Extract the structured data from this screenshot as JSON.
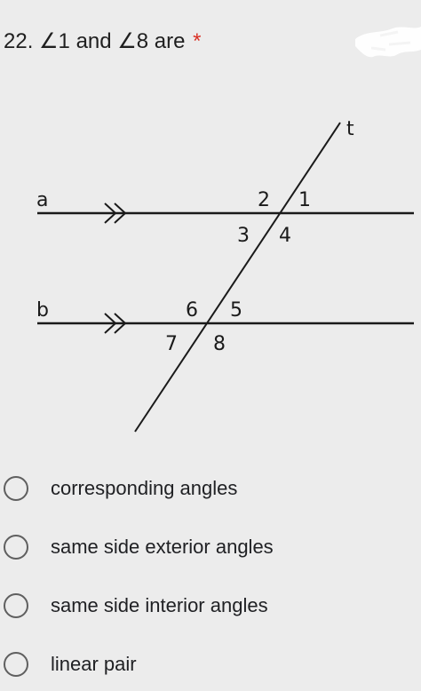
{
  "question": {
    "text": "22. ∠1 and ∠8 are",
    "required_marker": "*"
  },
  "figure": {
    "labels": {
      "transversal": "t",
      "line_a": "a",
      "line_b": "b",
      "angle_1": "1",
      "angle_2": "2",
      "angle_3": "3",
      "angle_4": "4",
      "angle_5": "5",
      "angle_6": "6",
      "angle_7": "7",
      "angle_8": "8"
    }
  },
  "options": [
    {
      "label": "corresponding angles",
      "selected": false
    },
    {
      "label": "same side exterior angles",
      "selected": false
    },
    {
      "label": "same side interior angles",
      "selected": false
    },
    {
      "label": "linear pair",
      "selected": false
    }
  ],
  "colors": {
    "background": "#ececec",
    "text": "#1f1f1f",
    "required": "#d93025",
    "radio_border": "#5f5f5f"
  }
}
